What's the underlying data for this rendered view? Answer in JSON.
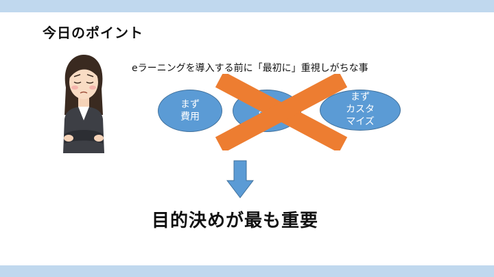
{
  "slide": {
    "title": "今日のポイント",
    "caption": "eラーニングを導入する前に「最初に」重視しがちな事",
    "ovals": [
      {
        "line1": "まず",
        "line2": "費用",
        "line3": ""
      },
      {
        "line1": "まず",
        "line2": "",
        "line3": ""
      },
      {
        "line1": "まず",
        "line2": "カスタ",
        "line3": "マイズ"
      }
    ],
    "conclusion": "目的決めが最も重要"
  },
  "colors": {
    "band": "#c0d8ee",
    "oval_fill": "#5b9bd5",
    "cross": "#ed7d31",
    "arrow": "#5b9bd5"
  },
  "icons": {
    "person": "worried-businesswoman-illustration",
    "cross": "x-mark",
    "arrow": "down-arrow"
  }
}
